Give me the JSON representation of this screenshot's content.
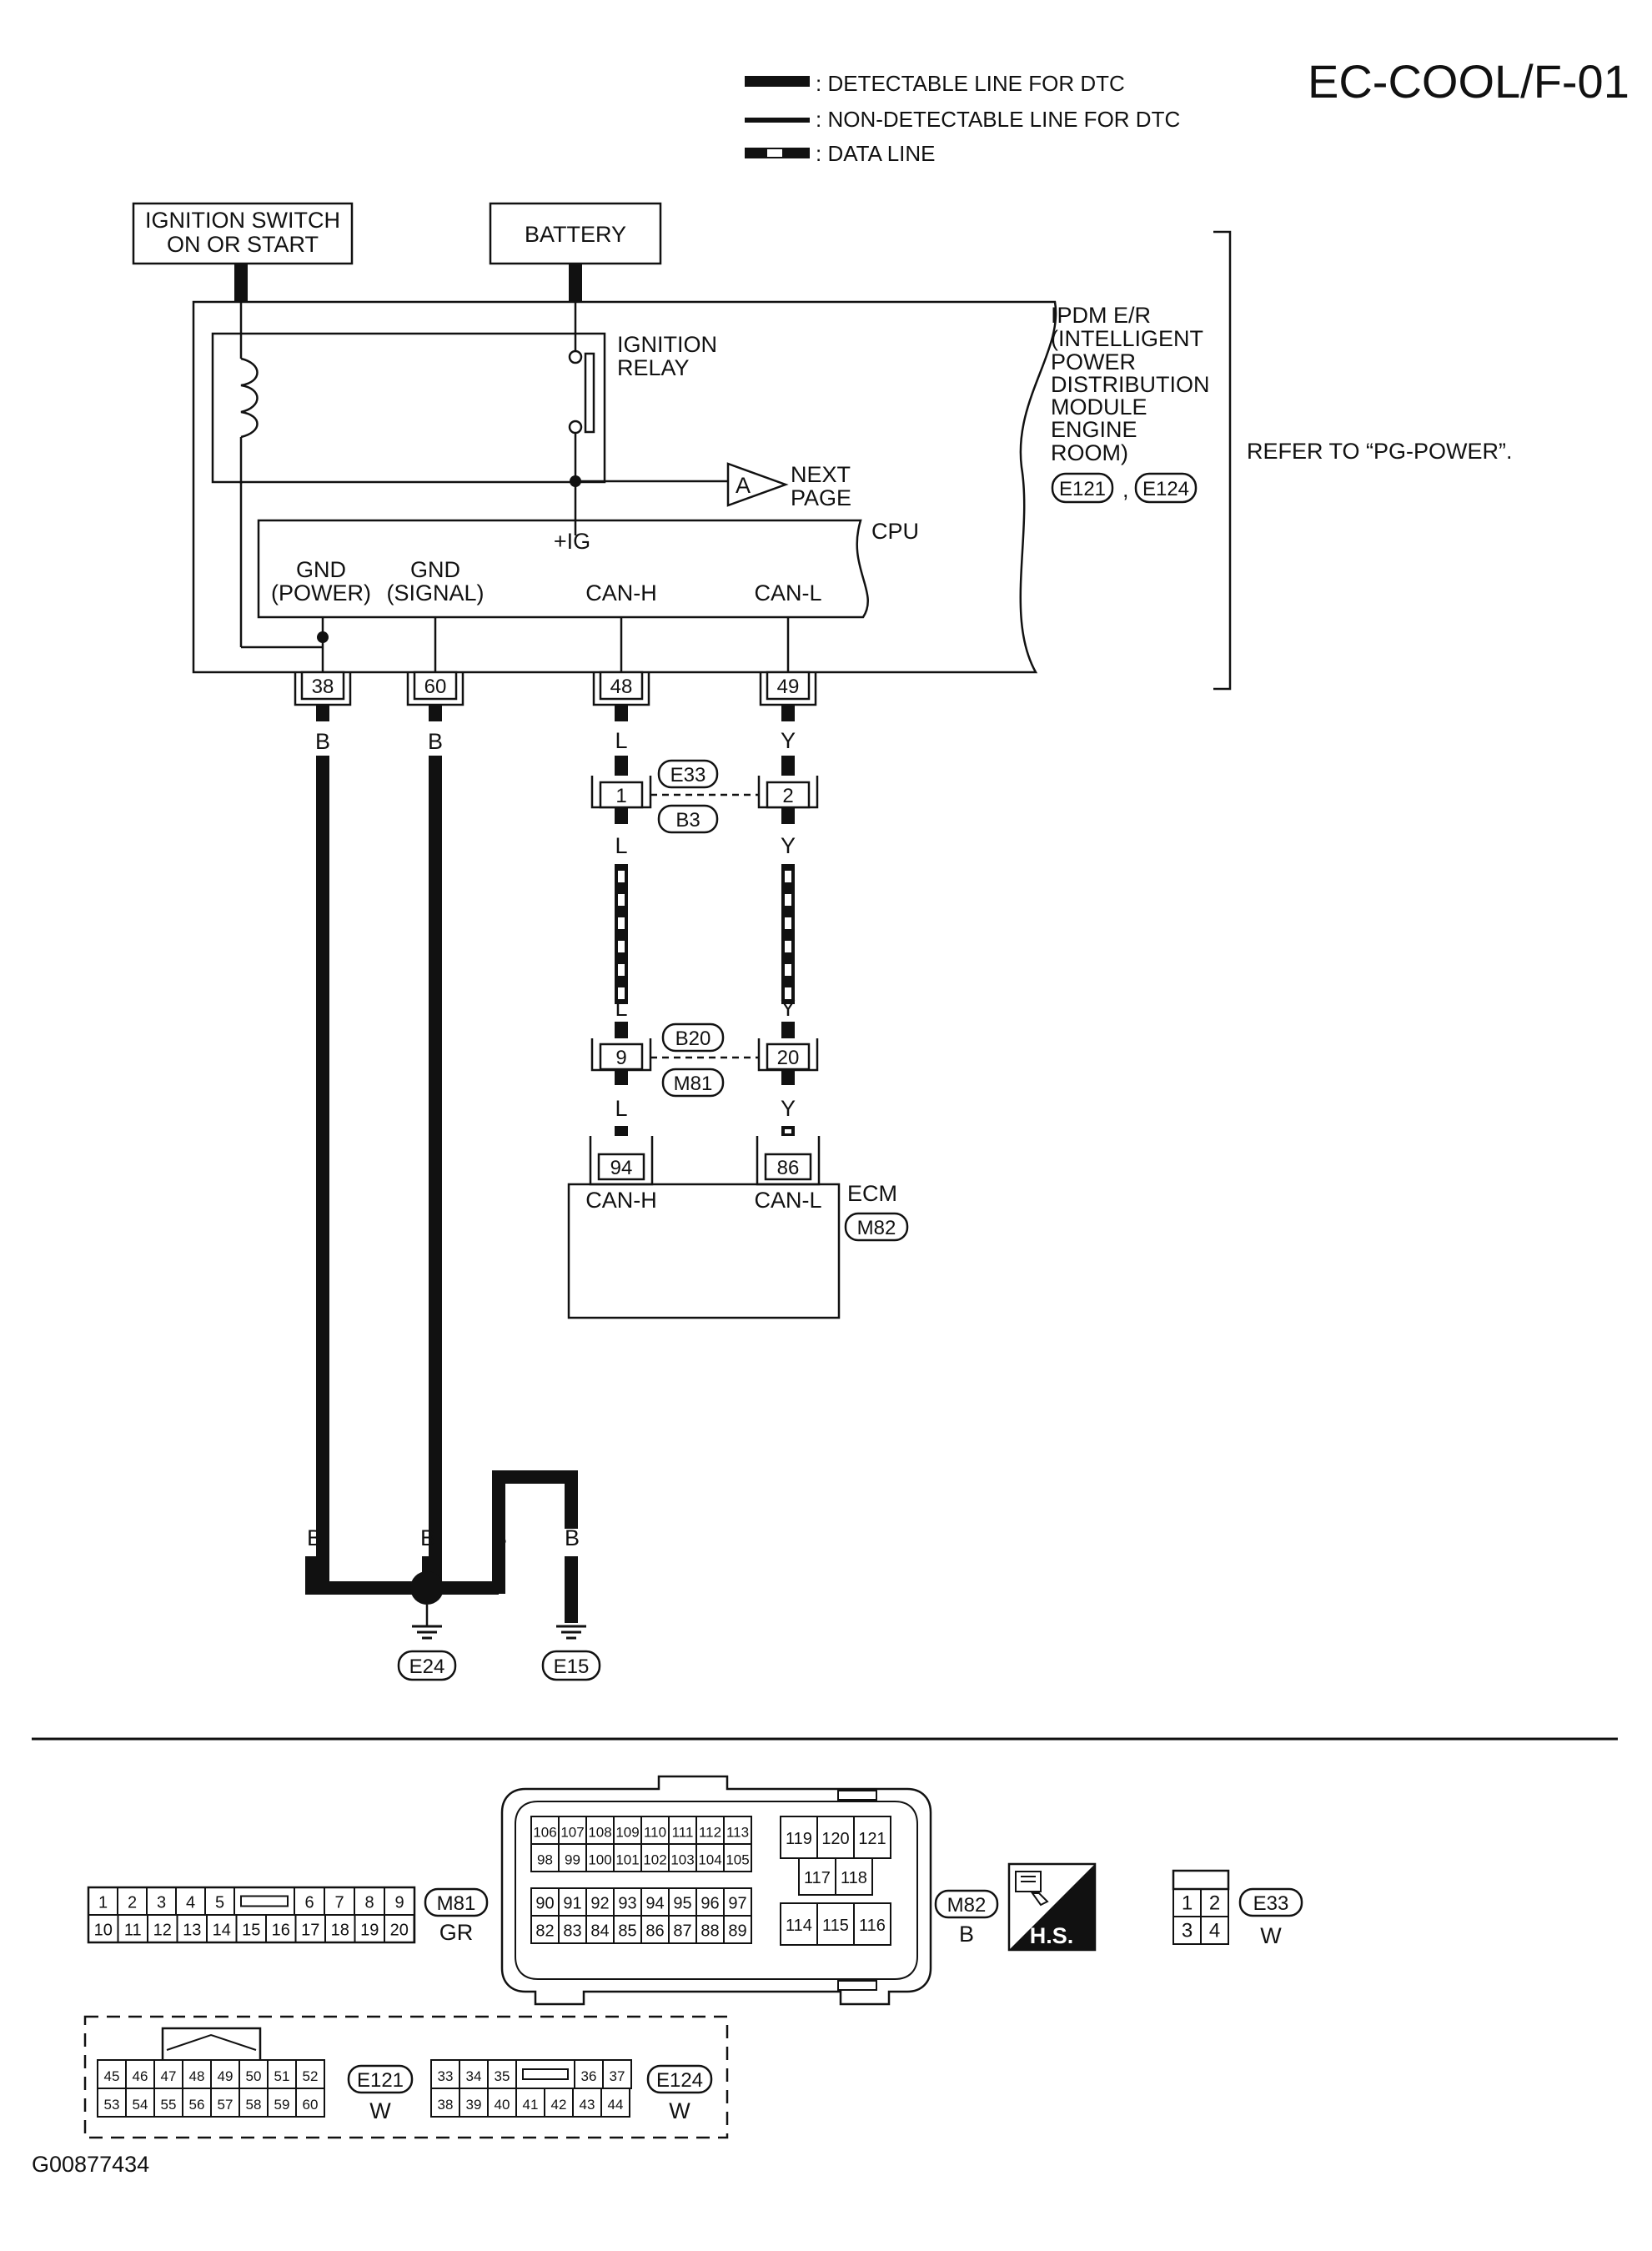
{
  "page_code": "EC-COOL/F-01",
  "legend": [
    {
      "style": "thick",
      "label": ": DETECTABLE LINE FOR DTC"
    },
    {
      "style": "thin",
      "label": ": NON-DETECTABLE LINE FOR DTC"
    },
    {
      "style": "data",
      "label": ": DATA LINE"
    }
  ],
  "sources": {
    "ignition_line1": "IGNITION SWITCH",
    "ignition_line2": "ON OR START",
    "battery": "BATTERY"
  },
  "ipdm": {
    "lines": [
      "IPDM E/R",
      "(INTELLIGENT",
      "POWER",
      "DISTRIBUTION",
      "MODULE",
      "ENGINE",
      "ROOM)"
    ],
    "conn_a": "E121",
    "conn_sep": ",",
    "conn_b": "E124",
    "refer": "REFER TO “PG-POWER”.",
    "relay_line1": "IGNITION",
    "relay_line2": "RELAY",
    "next_marker": "A",
    "next_line1": "NEXT",
    "next_line2": "PAGE",
    "cpu": "CPU",
    "ig": "+IG",
    "gnd_power_1": "GND",
    "gnd_power_2": "(POWER)",
    "gnd_signal_1": "GND",
    "gnd_signal_2": "(SIGNAL)",
    "can_h": "CAN-H",
    "can_l": "CAN-L",
    "pins": [
      "38",
      "60",
      "48",
      "49"
    ]
  },
  "wires": {
    "b": "B",
    "l": "L",
    "y": "Y"
  },
  "joints": {
    "upper": {
      "left_pin": "1",
      "right_pin": "2",
      "conn_a": "E33",
      "conn_b": "B3"
    },
    "lower": {
      "left_pin": "9",
      "right_pin": "20",
      "conn_a": "B20",
      "conn_b": "M81"
    }
  },
  "ecm": {
    "label": "ECM",
    "conn": "M82",
    "can_h": "CAN-H",
    "can_l": "CAN-L",
    "pin_h": "94",
    "pin_l": "86"
  },
  "grounds": {
    "left": "E24",
    "right": "E15"
  },
  "connectors": {
    "m81": {
      "id": "M81",
      "color": "GR",
      "row1": [
        "1",
        "2",
        "3",
        "4",
        "5",
        "",
        "6",
        "7",
        "8",
        "9"
      ],
      "row2": [
        "10",
        "11",
        "12",
        "13",
        "14",
        "15",
        "16",
        "17",
        "18",
        "19",
        "20"
      ]
    },
    "m82": {
      "id": "M82",
      "color": "B",
      "grid_tl": [
        [
          "106",
          "107",
          "108",
          "109",
          "110",
          "111",
          "112",
          "113"
        ],
        [
          "98",
          "99",
          "100",
          "101",
          "102",
          "103",
          "104",
          "105"
        ]
      ],
      "grid_bl": [
        [
          "90",
          "91",
          "92",
          "93",
          "94",
          "95",
          "96",
          "97"
        ],
        [
          "82",
          "83",
          "84",
          "85",
          "86",
          "87",
          "88",
          "89"
        ]
      ],
      "right_top": [
        "119",
        "120",
        "121"
      ],
      "right_mid": [
        "117",
        "118"
      ],
      "right_bot": [
        "114",
        "115",
        "116"
      ]
    },
    "hs": "H.S.",
    "e33": {
      "id": "E33",
      "color": "W",
      "row1": [
        "1",
        "2"
      ],
      "row2": [
        "3",
        "4"
      ]
    },
    "e121": {
      "id": "E121",
      "color": "W",
      "row1": [
        "45",
        "46",
        "47",
        "48",
        "49",
        "50",
        "51",
        "52"
      ],
      "row2": [
        "53",
        "54",
        "55",
        "56",
        "57",
        "58",
        "59",
        "60"
      ]
    },
    "e124": {
      "id": "E124",
      "color": "W",
      "row1": [
        "33",
        "34",
        "35",
        "",
        "36",
        "37"
      ],
      "row2": [
        "38",
        "39",
        "40",
        "41",
        "42",
        "43",
        "44"
      ]
    }
  },
  "figure_id": "G00877434"
}
